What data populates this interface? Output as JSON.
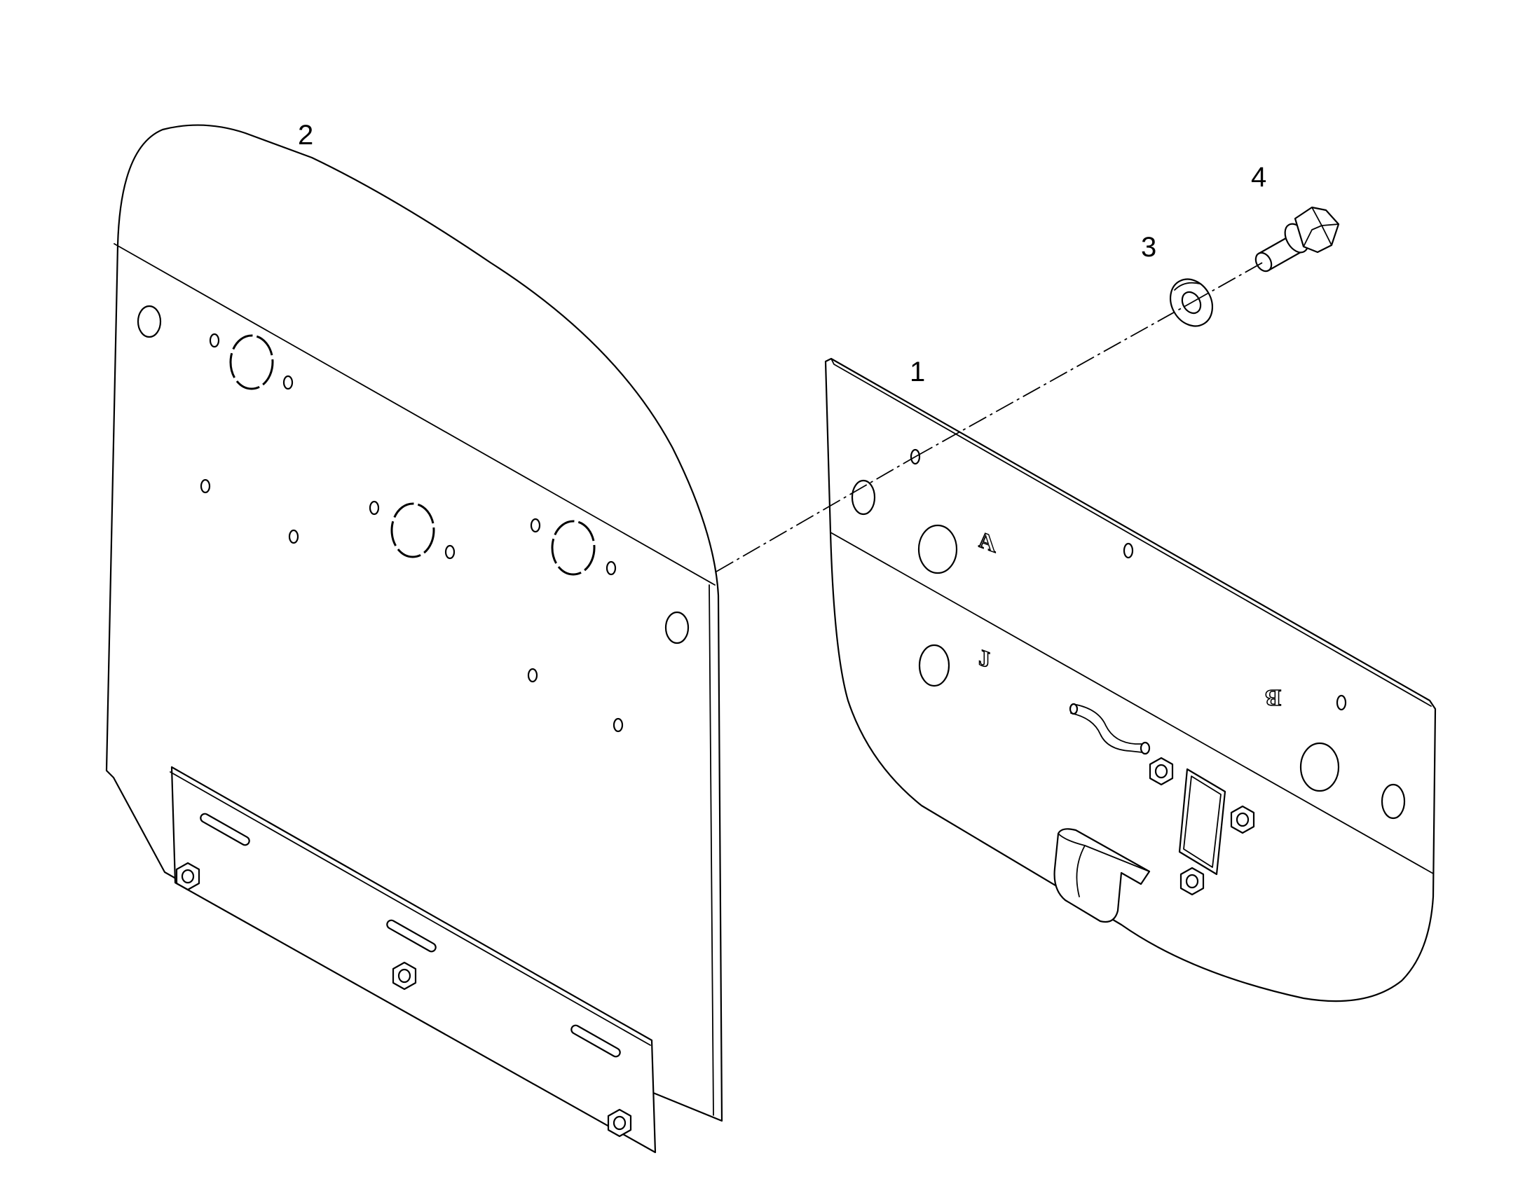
{
  "diagram": {
    "callouts": [
      {
        "id": "1",
        "label": "1"
      },
      {
        "id": "2",
        "label": "2"
      },
      {
        "id": "3",
        "label": "3"
      },
      {
        "id": "4",
        "label": "4"
      }
    ],
    "stamps": {
      "a": "A",
      "j": "J",
      "b": "B"
    },
    "colors": {
      "line": "#000000",
      "background": "#ffffff"
    }
  }
}
